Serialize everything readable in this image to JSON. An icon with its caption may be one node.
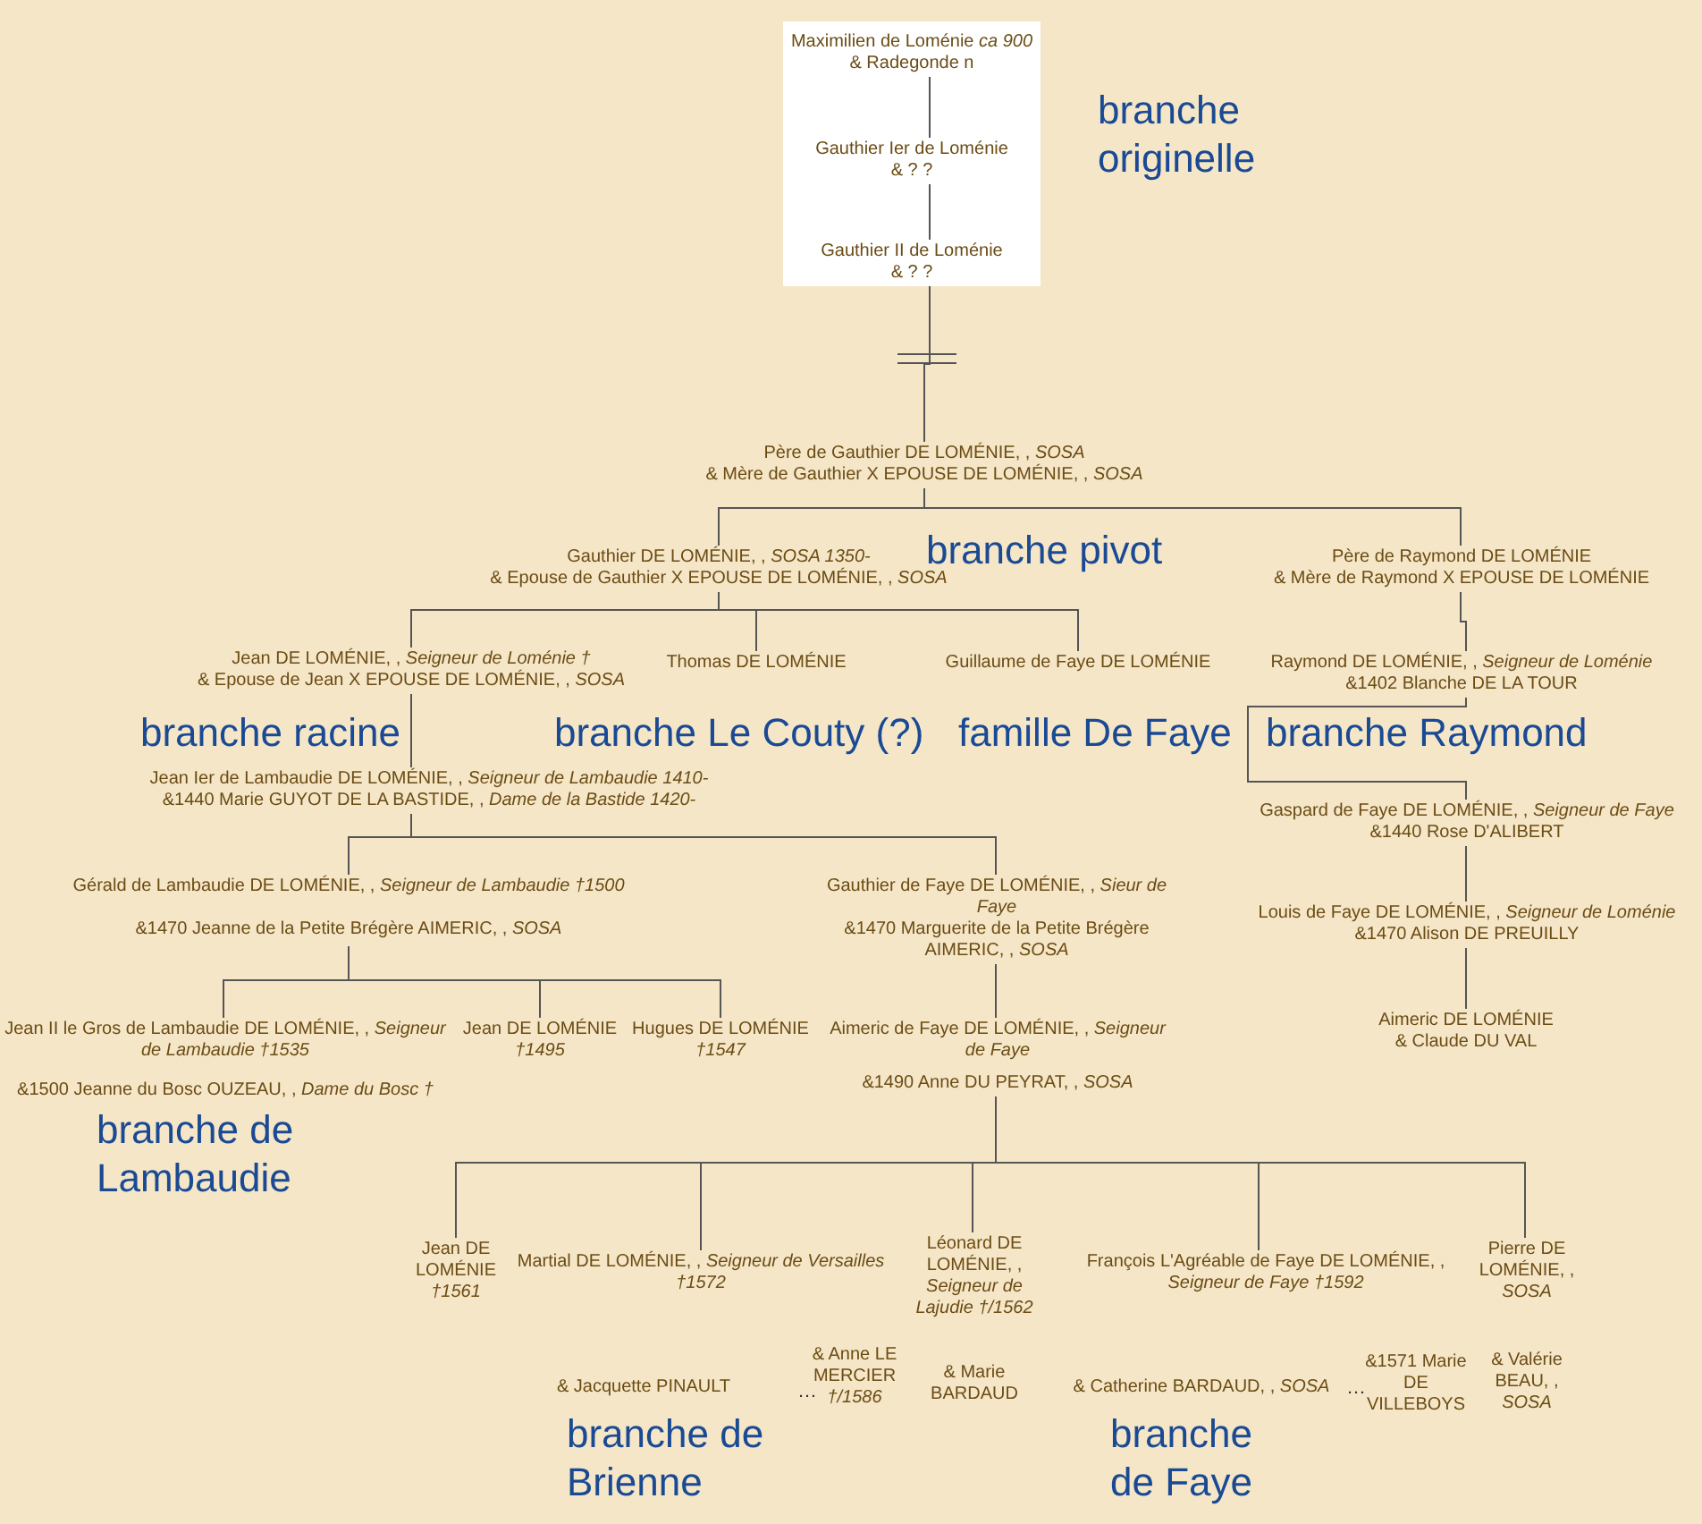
{
  "diagram": {
    "nodes": [
      {
        "text": [],
        "shape": "box"
      },
      {
        "text": [
          "Maximilien de Loménie *ca 900*",
          "& Radegonde n"
        ],
        "in": 0
      },
      {
        "text": [
          "Gauthier Ier de Loménie",
          "& ? ?"
        ],
        "in": 0
      },
      {
        "text": [
          "Gauthier II de Loménie",
          "& ? ?"
        ],
        "in": 0
      },
      {
        "text": [
          "Père de Gauthier DE LOMÉNIE, , *SOSA*",
          "& Mère de Gauthier X EPOUSE DE LOMÉNIE, , *SOSA*"
        ]
      },
      {
        "text": [
          "Gauthier DE LOMÉNIE, , *SOSA 1350-*",
          "& Epouse de Gauthier X EPOUSE DE LOMÉNIE, , *SOSA*"
        ]
      },
      {
        "text": [
          "Père de Raymond DE LOMÉNIE",
          "& Mère de Raymond X EPOUSE DE LOMÉNIE"
        ]
      },
      {
        "text": [
          "Jean DE LOMÉNIE, , *Seigneur de Loménie †*",
          "& Epouse de Jean X EPOUSE DE LOMÉNIE, , *SOSA*"
        ]
      },
      {
        "text": [
          "Thomas DE LOMÉNIE"
        ]
      },
      {
        "text": [
          "Guillaume de Faye DE LOMÉNIE"
        ]
      },
      {
        "text": [
          "Raymond DE LOMÉNIE, , *Seigneur de Loménie*",
          "&1402 Blanche DE LA TOUR"
        ]
      },
      {
        "text": [
          "Jean Ier de Lambaudie DE LOMÉNIE, , *Seigneur de Lambaudie 1410-*",
          "&1440 Marie GUYOT DE LA BASTIDE, , *Dame de la Bastide 1420-*"
        ]
      },
      {
        "text": [
          "Gaspard de Faye DE LOMÉNIE, , *Seigneur de Faye*",
          "&1440 Rose D'ALIBERT"
        ]
      },
      {
        "text": [
          "Gérald de Lambaudie DE LOMÉNIE, , *Seigneur de Lambaudie †1500*",
          "&1470 Jeanne de la Petite Brégère AIMERIC, , *SOSA*"
        ]
      },
      {
        "text": [
          "Gauthier de Faye DE LOMÉNIE, , *Sieur de Faye*",
          "&1470 Marguerite de la Petite Brégère AIMERIC, , *SOSA*"
        ]
      },
      {
        "text": [
          "Louis de Faye DE LOMÉNIE, , *Seigneur de Loménie*",
          "&1470 Alison DE PREUILLY"
        ]
      },
      {
        "text": [
          "Aimeric DE LOMÉNIE",
          "& Claude DU VAL"
        ]
      },
      {
        "text": [
          "Jean II le Gros de Lambaudie DE LOMÉNIE, , *Seigneur de Lambaudie †1535*",
          "&1500 Jeanne du Bosc OUZEAU, , *Dame du Bosc †*"
        ]
      },
      {
        "text": [
          "Jean DE LOMÉNIE *†1495*"
        ]
      },
      {
        "text": [
          "Hugues DE LOMÉNIE *†1547*"
        ]
      },
      {
        "text": [
          "Aimeric de Faye DE LOMÉNIE, , *Seigneur de Faye*",
          "&1490 Anne DU PEYRAT, , *SOSA*"
        ]
      },
      {
        "text": [
          "Jean DE LOMÉNIE *†1561*"
        ]
      },
      {
        "text": [
          "Martial DE LOMÉNIE, , *Seigneur de Versailles †1572*",
          "& Jacquette PINAULT",
          "& Anne LE MERCIER *†/1586*"
        ]
      },
      {
        "text": [
          "Léonard DE LOMÉNIE, , *Seigneur de Lajudie †/1562*",
          "& Marie BARDAUD"
        ]
      },
      {
        "text": [
          "François L'Agréable de Faye DE LOMÉNIE, , *Seigneur de Faye †1592*",
          "& Catherine BARDAUD, , *SOSA*",
          "&1571 Marie DE VILLEBOYS"
        ]
      },
      {
        "text": [
          "Pierre DE LOMÉNIE, , *SOSA*",
          "& Valérie BEAU, , *SOSA*"
        ]
      }
    ],
    "edges": [
      {
        "from": 1,
        "to": 2,
        "arrow": "none"
      },
      {
        "from": 2,
        "to": 3,
        "arrow": "none"
      },
      {
        "from": 3,
        "to": 4,
        "arrow": "none"
      },
      {
        "from": 4,
        "to": 5,
        "arrow": "none"
      },
      {
        "from": 4,
        "to": 6,
        "arrow": "none"
      },
      {
        "from": 5,
        "to": 7,
        "arrow": "none"
      },
      {
        "from": 5,
        "to": 8,
        "arrow": "none"
      },
      {
        "from": 5,
        "to": 9,
        "arrow": "none"
      },
      {
        "from": 6,
        "to": 10,
        "arrow": "none"
      },
      {
        "from": 7,
        "to": 11,
        "arrow": "none"
      },
      {
        "from": 10,
        "to": 12,
        "arrow": "none"
      },
      {
        "from": 11,
        "to": 13,
        "arrow": "none"
      },
      {
        "from": 11,
        "to": 14,
        "arrow": "none"
      },
      {
        "from": 12,
        "to": 15,
        "arrow": "none"
      },
      {
        "from": 15,
        "to": 16,
        "arrow": "none"
      },
      {
        "from": 13,
        "to": 17,
        "arrow": "none"
      },
      {
        "from": 13,
        "to": 18,
        "arrow": "none"
      },
      {
        "from": 13,
        "to": 19,
        "arrow": "none"
      },
      {
        "from": 14,
        "to": 20,
        "arrow": "none"
      },
      {
        "from": 20,
        "to": 21,
        "arrow": "none"
      },
      {
        "from": 20,
        "to": 22,
        "arrow": "none"
      },
      {
        "from": 20,
        "to": 23,
        "arrow": "none"
      },
      {
        "from": 20,
        "to": 24,
        "arrow": "none"
      },
      {
        "from": 20,
        "to": 25,
        "arrow": "none"
      }
    ],
    "labels": [
      "branche originelle",
      "branche pivot",
      "branche racine",
      "branche Le Couty (?)",
      "famille De Faye",
      "branche Raymond",
      "branche de Lambaudie",
      "…",
      "…",
      "branche de Brienne",
      "branche de Faye"
    ]
  }
}
